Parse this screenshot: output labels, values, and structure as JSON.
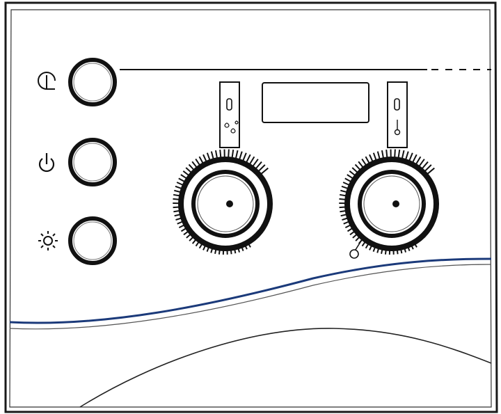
{
  "panel": {
    "name": "boiler-control-panel",
    "colors": {
      "outline": "#1a1a1a",
      "panel_fill": "#ffffff",
      "accent_wave": "#1b3a7a",
      "ring": "#111111"
    }
  },
  "buttons": [
    {
      "id": "timer",
      "icon": "clock-icon",
      "interactable": true
    },
    {
      "id": "power",
      "icon": "power-icon",
      "interactable": true
    },
    {
      "id": "reset",
      "icon": "sun-icon",
      "interactable": true
    }
  ],
  "display": {
    "text": ""
  },
  "knobs": [
    {
      "id": "hot-water",
      "label_icon": "water-drops-icon",
      "scale_mark": "0"
    },
    {
      "id": "heating",
      "label_icon": "thermometer-icon",
      "scale_mark": "0"
    }
  ]
}
